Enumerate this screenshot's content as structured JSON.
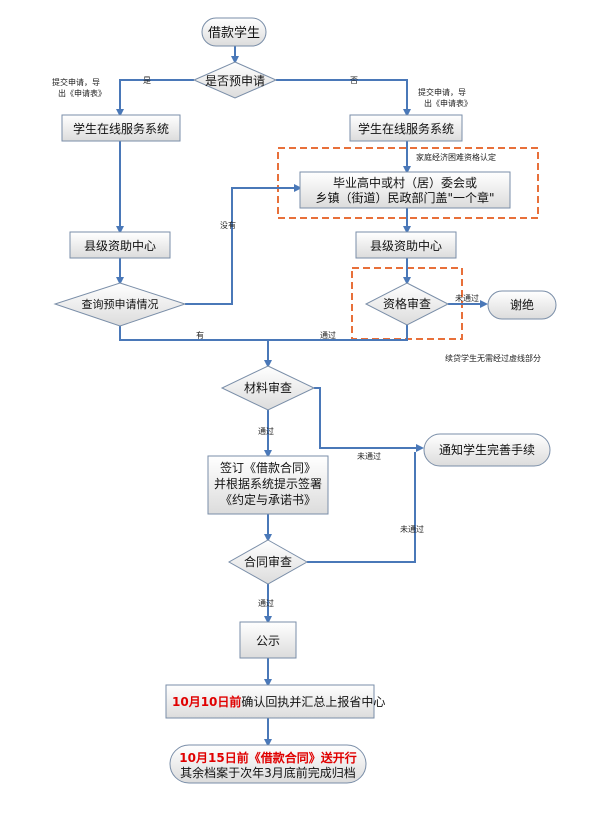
{
  "nodes": {
    "start": "借款学生",
    "pre_apply_check": "是否预申请",
    "online_left": "学生在线服务系统",
    "online_right": "学生在线服务系统",
    "village_cert_line1": "毕业高中或村（居）委会或",
    "village_cert_line2": "乡镇（街道）民政部门盖\"一个章\"",
    "county_left": "县级资助中心",
    "county_right": "县级资助中心",
    "query_pre": "查询预申请情况",
    "qualification_check": "资格审查",
    "reject": "谢绝",
    "material_check": "材料审查",
    "notify": "通知学生完善手续",
    "sign_line1": "签订《借款合同》",
    "sign_line2": "并根据系统提示签署",
    "sign_line3": "《约定与承诺书》",
    "contract_check": "合同审查",
    "publicize": "公示",
    "oct10_red": "10月10日前",
    "oct10_rest": "确认回执并汇总上报省中心",
    "oct15_red": "10月15日前《借款合同》送开行",
    "oct15_line2": "其余档案于次年3月底前完成归档"
  },
  "labels": {
    "yes": "是",
    "no": "否",
    "submit_left_1": "提交申请，导",
    "submit_left_2": "出《申请表》",
    "submit_right_1": "提交申请，导",
    "submit_right_2": "出《申请表》",
    "hardship_cert": "家庭经济困难资格认定",
    "none": "没有",
    "has": "有",
    "pass_1": "通过",
    "fail_1": "未通过",
    "dashed_note": "续贷学生无需经过虚线部分",
    "pass_2": "通过",
    "fail_2": "未通过",
    "fail_3": "未通过",
    "pass_3": "通过"
  },
  "colors": {
    "line": "#4a78b8",
    "dashed_border": "#e8703a",
    "highlight": "#e00000"
  }
}
